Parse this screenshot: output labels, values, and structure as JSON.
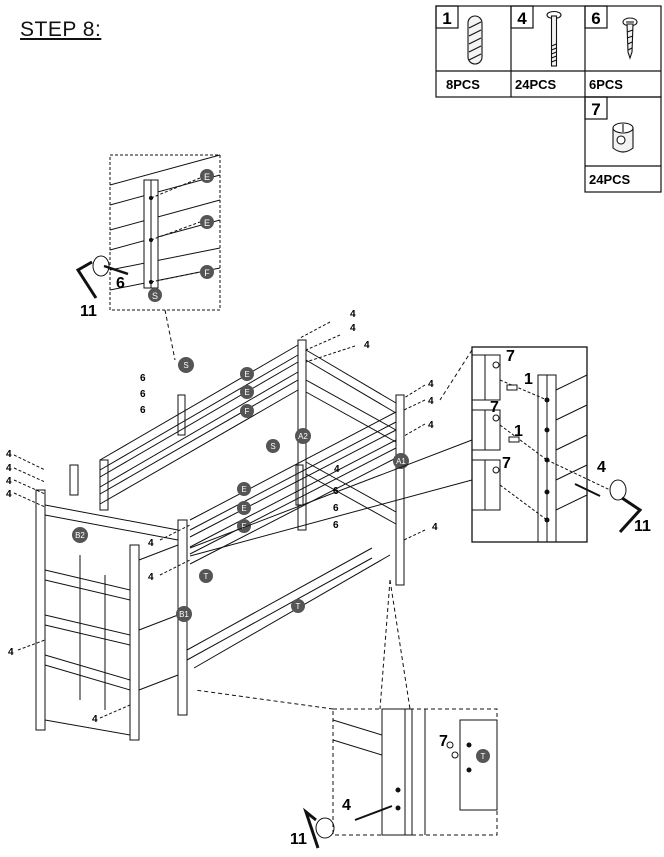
{
  "step_title": "STEP 8:",
  "parts": [
    {
      "number": "1",
      "quantity": "8PCS",
      "icon": "wooden-dowel-icon"
    },
    {
      "number": "4",
      "quantity": "24PCS",
      "icon": "long-bolt-icon"
    },
    {
      "number": "6",
      "quantity": "6PCS",
      "icon": "screw-icon"
    },
    {
      "number": "7",
      "quantity": "24PCS",
      "icon": "barrel-nut-icon"
    }
  ],
  "callouts": {
    "hex_key": "11",
    "screw": "6",
    "bolt": "4",
    "dowel": "1",
    "barrel_nut": "7"
  },
  "panel_labels": {
    "rail_e": "E",
    "rail_f": "F",
    "slat_support": "S",
    "end_a2": "A2",
    "end_a1": "A1",
    "end_b2": "B2",
    "end_b1": "B1",
    "rail_t": "T"
  }
}
